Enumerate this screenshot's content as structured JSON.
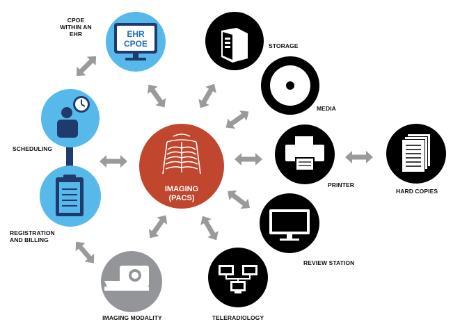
{
  "hub": {
    "line1": "IMAGING",
    "line2": "(PACS)"
  },
  "cpoe": {
    "screen_line1": "EHR",
    "screen_line2": "CPOE",
    "label_line1": "CPOE",
    "label_line2": "WITHIN AN",
    "label_line3": "EHR"
  },
  "labels": {
    "scheduling": "SCHEDULING",
    "registration_line1": "REGISTRATION",
    "registration_line2": "AND BILLING",
    "imaging_modality": "IMAGING MODALITY",
    "teleradiology": "TELERADIOLOGY",
    "storage": "STORAGE",
    "media": "MEDIA",
    "printer": "PRINTER",
    "hard_copies": "HARD COPIES",
    "review_station": "REVIEW STATION"
  },
  "colors": {
    "hub": "#c1462e",
    "cpoe": "#57b8ea",
    "scheduling": "#57b8ea",
    "registration": "#57b8ea",
    "connector": "#1f3b6e",
    "modality": "#939598",
    "device_nodes": "#000000",
    "arrows": "#9a9a9a"
  }
}
